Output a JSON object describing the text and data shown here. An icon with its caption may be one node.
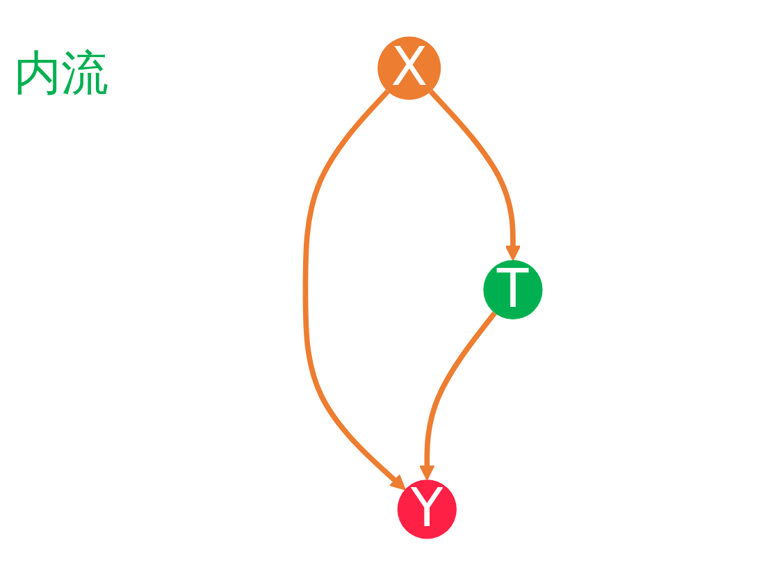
{
  "diagram": {
    "nodes": [
      {
        "text": [
          "X"
        ]
      },
      {
        "text": [
          "T"
        ]
      },
      {
        "text": [
          "Y"
        ]
      }
    ],
    "edges": [
      {
        "from": 0,
        "to": 1,
        "arrow": "to",
        "color": "#ed7d31"
      },
      {
        "from": 0,
        "to": 2,
        "arrow": "to",
        "color": "#ed7d31"
      },
      {
        "from": 1,
        "to": 2,
        "arrow": "to",
        "color": "#ed7d31"
      }
    ],
    "labels": [
      "内流"
    ]
  }
}
